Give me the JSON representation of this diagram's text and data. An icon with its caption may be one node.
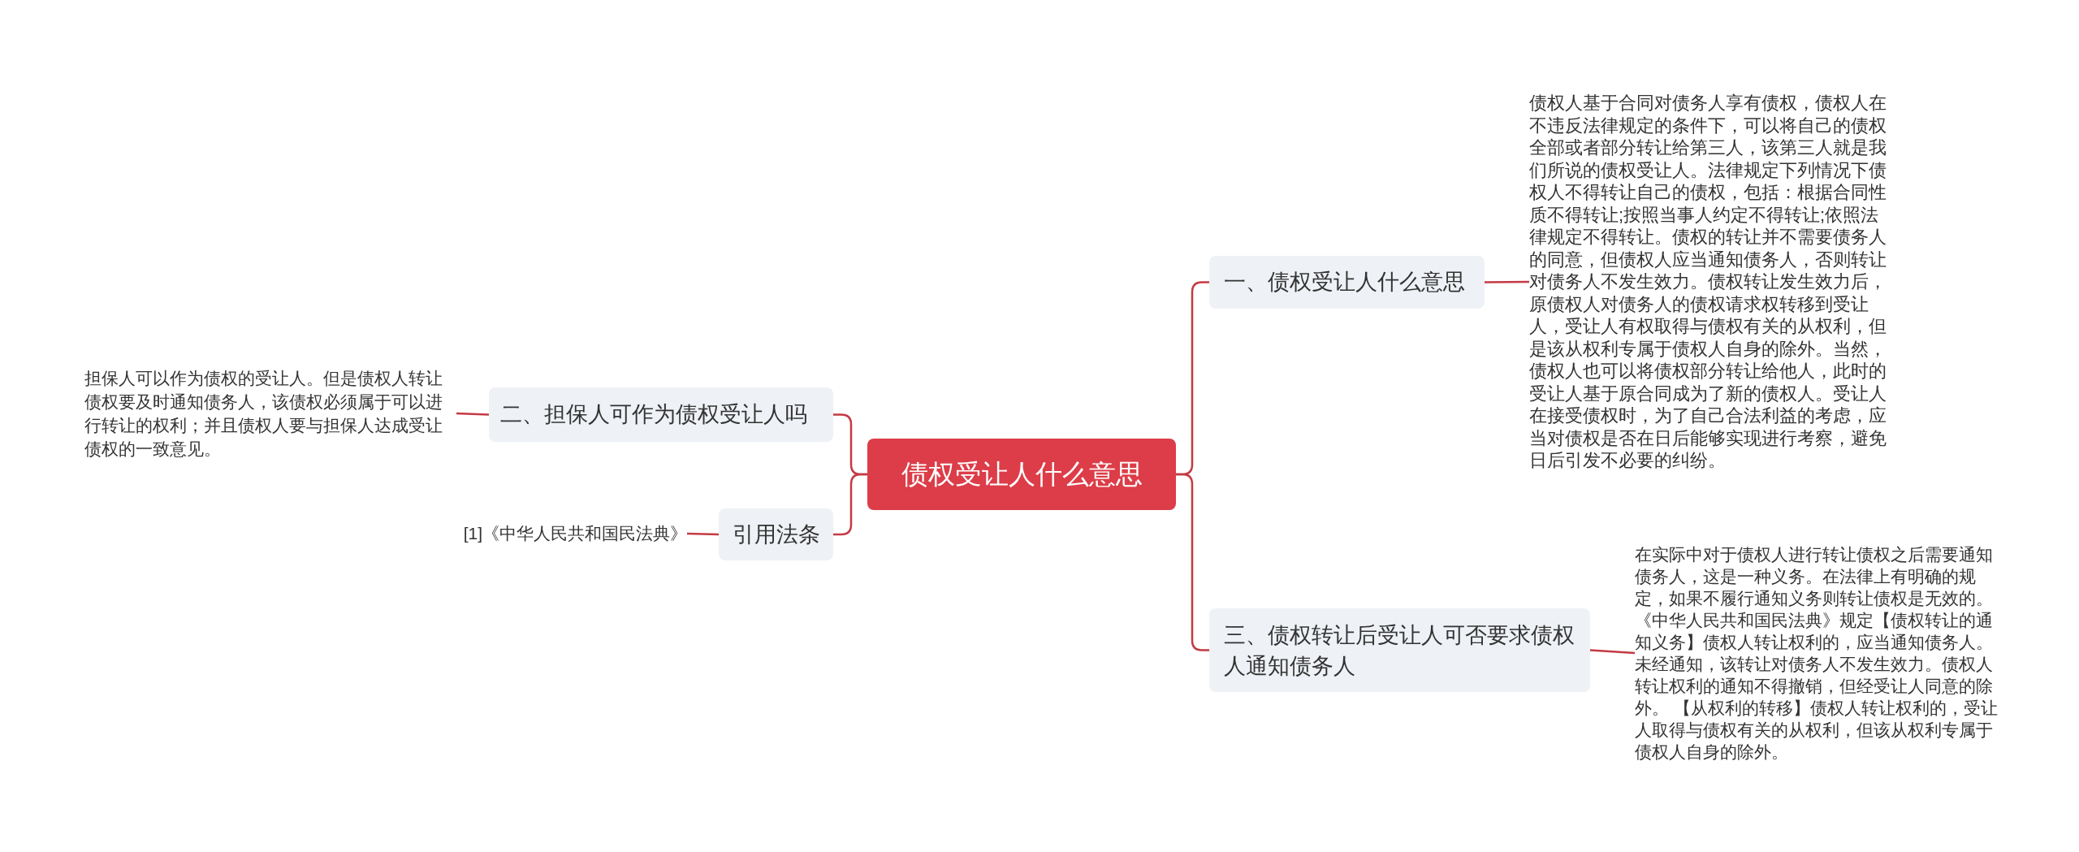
{
  "diagram": {
    "nodes": [
      {
        "text": [
          "债权受让人什么意思"
        ]
      },
      {
        "text": [
          "一、债权受让人什么意思"
        ]
      },
      {
        "text": [
          "债权人基于合同对债务人享有债权，债权人在不违反法律规定的条件下，可以将自己的债权全部或者部分转让给第三人，该第三人就是我们所说的债权受让人。法律规定下列情况下债权人不得转让自己的债权，包括：根据合同性质不得转让;按照当事人约定不得转让;依照法律规定不得转让。债权的转让并不需要债务人的同意，但债权人应当通知债务人，否则转让对债务人不发生效力。债权转让发生效力后，原债权人对债务人的债权请求权转移到受让人，受让人有权取得与债权有关的从权利，但是该从权利专属于债权人自身的除外。当然，债权人也可以将债权部分转让给他人，此时的受让人基于原合同成为了新的债权人。受让人在接受债权时，为了自己合法利益的考虑，应当对债权是否在日后能够实现进行考察，避免日后引发不必要的纠纷。"
        ]
      },
      {
        "text": [
          "二、担保人可作为债权受让人吗"
        ]
      },
      {
        "text": [
          "担保人可以作为债权的受让人。但是债权人转让债权要及时通知债务人，该债权必须属于可以进行转让的权利；并且债权人要与担保人达成受让债权的一致意见。"
        ]
      },
      {
        "text": [
          "引用法条"
        ]
      },
      {
        "text": [
          "[1]《中华人民共和国民法典》"
        ]
      },
      {
        "text": [
          "三、债权转让后受让人可否要求债权人通知债务人"
        ]
      },
      {
        "text": [
          "在实际中对于债权人进行转让债权之后需要通知债务人，这是一种义务。在法律上有明确的规定，如果不履行通知义务则转让债权是无效的。《中华人民共和国民法典》规定【债权转让的通知义务】债权人转让权利的，应当通知债务人。未经通知，该转让对债务人不发生效力。债权人转让权利的通知不得撤销，但经受让人同意的除外。 【从权利的转移】债权人转让权利的，受让人取得与债权有关的从权利，但该从权利专属于债权人自身的除外。"
        ]
      }
    ],
    "edges": [
      {
        "from": 0,
        "to": 1,
        "arrow": "none"
      },
      {
        "from": 1,
        "to": 2,
        "arrow": "none"
      },
      {
        "from": 0,
        "to": 3,
        "arrow": "none"
      },
      {
        "from": 3,
        "to": 4,
        "arrow": "none"
      },
      {
        "from": 0,
        "to": 5,
        "arrow": "none"
      },
      {
        "from": 5,
        "to": 6,
        "arrow": "none"
      },
      {
        "from": 0,
        "to": 7,
        "arrow": "none"
      },
      {
        "from": 7,
        "to": 8,
        "arrow": "none"
      }
    ]
  }
}
